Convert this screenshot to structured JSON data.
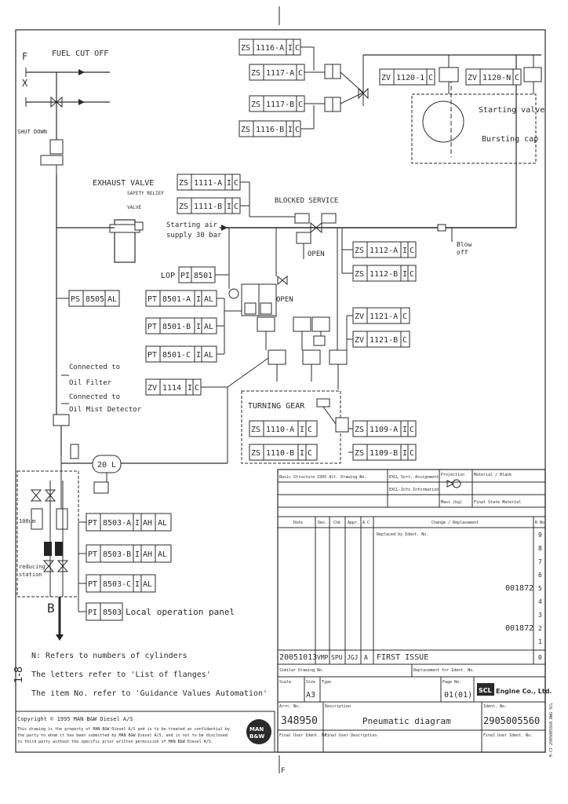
{
  "fuel_cut_off": "FUEL CUT OFF",
  "label_f": "F",
  "label_x": "X",
  "shut_down": "SHUT DOWN",
  "exhaust_valve": "EXHAUST VALVE",
  "safety_relief_valve": [
    "SAFETY RELIEF",
    "VALVE"
  ],
  "starting_air_supply": [
    "Starting air",
    "supply 30 bar"
  ],
  "blocked_service": "BLOCKED    SERVICE",
  "open_a": "OPEN",
  "open_b": "OPEN",
  "starting_valve": "Starting valve",
  "bursting_cap": "Bursting cap",
  "blow_off": [
    "Blow",
    "off"
  ],
  "connected_oil_filter": [
    "Connected to",
    "Oil Filter"
  ],
  "connected_oil_mist": [
    "Connected to",
    "Oil Mist Detector"
  ],
  "turning_gear": "TURNING GEAR",
  "tank_20l": "20 L",
  "reducing_station": [
    "reducing",
    "station"
  ],
  "filter_100um": "100um",
  "label_b": "B",
  "tags": {
    "zs1116a": [
      "ZS",
      "1116-A",
      "I",
      "C"
    ],
    "zs1117a": [
      "ZS",
      "1117-A",
      "C"
    ],
    "zs1117b": [
      "ZS",
      "1117-B",
      "C"
    ],
    "zs1116b": [
      "ZS",
      "1116-B",
      "I",
      "C"
    ],
    "zv1120_1": [
      "ZV",
      "1120-1",
      "C"
    ],
    "zv1120_n": [
      "ZV",
      "1120-N",
      "C"
    ],
    "zs1111a": [
      "ZS",
      "1111-A",
      "I",
      "C"
    ],
    "zs1111b": [
      "ZS",
      "1111-B",
      "I",
      "C"
    ],
    "zs1112a": [
      "ZS",
      "1112-A",
      "I",
      "C"
    ],
    "zs1112b": [
      "ZS",
      "1112-B",
      "I",
      "C"
    ],
    "lop": "LOP",
    "pi8501": [
      "PI",
      "8501"
    ],
    "pt8501a": [
      "PT",
      "8501-A",
      "I",
      "AL"
    ],
    "pt8501b": [
      "PT",
      "8501-B",
      "I",
      "AL"
    ],
    "pt8501c": [
      "PT",
      "8501-C",
      "I",
      "AL"
    ],
    "ps8505": [
      "PS",
      "8505",
      "AL"
    ],
    "zv1121a": [
      "ZV",
      "1121-A",
      "C"
    ],
    "zv1121b": [
      "ZV",
      "1121-B",
      "C"
    ],
    "zv1114": [
      "ZV",
      "1114",
      "I",
      "C"
    ],
    "zs1110a": [
      "ZS",
      "1110-A",
      "I",
      "C"
    ],
    "zs1110b": [
      "ZS",
      "1110-B",
      "I",
      "C"
    ],
    "zs1109a": [
      "ZS",
      "1109-A",
      "I",
      "C"
    ],
    "zs1109b": [
      "ZS",
      "1109-B",
      "I",
      "C"
    ],
    "pt8503a": [
      "PT",
      "8503-A",
      "I",
      "AH",
      "AL"
    ],
    "pt8503b": [
      "PT",
      "8503-B",
      "I",
      "AH",
      "AL"
    ],
    "pt8503c": [
      "PT",
      "8503-C",
      "I",
      "AL"
    ],
    "pi8503": [
      "PI",
      "8503"
    ],
    "local_panel": "Local operation panel"
  },
  "notes": [
    "N: Refers to numbers of cylinders",
    "The letters refer to 'List of flanges'",
    "The item No. refer to 'Guidance Values Automation'"
  ],
  "margin_mark": "1-8",
  "bottom_f": "F",
  "copyright": [
    "Copyright © 1995 MAN B&W Diesel A/S",
    "This drawing is the property of MAN B&W Diesel A/S and is to be treated as confidential by",
    "the party to whom it has been submitted by MAN B&W Diesel A/S, and is not to be disclosed",
    "to third party without the specific prior written permission of MAN B&W Diesel A/S"
  ],
  "man_logo": [
    "MAN",
    "B&W"
  ],
  "title_block": {
    "header_row": "Basic Structure  1995  Alt. Drawing No.",
    "excl": "EXCL Sort. Assignment",
    "excl_info": "EXCL-Info Information",
    "projection": "Projection",
    "material_row": "Material / Blank",
    "mass": "Mass (kg)",
    "final_state": "Final State Material",
    "rev_headers": [
      "Date",
      "Des.",
      "Chk",
      "Appr.",
      "A C",
      "Change / Replacement",
      "R No."
    ],
    "replaced_by": "Replaced by Ident. No.",
    "rev_numbers": [
      "9",
      "8",
      "7",
      "6",
      "5",
      "4",
      "3",
      "2",
      "1",
      "0"
    ],
    "rev_ref_1": "001872",
    "rev_ref_2": "001872",
    "first_issue_date": "20051013",
    "first_issue_des": "VMP",
    "first_issue_chk": "SPU",
    "first_issue_appr": "JGJ",
    "first_issue_ac": "A",
    "first_issue": "FIRST ISSUE",
    "similar_drawing": "Similar Drawing No.",
    "replacement_for": "Replacement for Ident. No.",
    "scale_label": "Scale",
    "size_label": "Size",
    "size_value": "A3",
    "type_label": "Type",
    "page_no_label": "Page No.",
    "page_no": "01(01)",
    "company": "Engine Co., Ltd.",
    "company_logo": "SCL",
    "arrn_label": "Arrn. No.",
    "arrn_no": "348950",
    "description_label": "Description",
    "description": "Pneumatic diagram",
    "ident_label": "Ident. No.",
    "ident_no": "2905005560",
    "final_user_ident": "Final User Ident. No.",
    "final_user_desc": "Final User Description",
    "final_user_ident2": "Final User Ident. No."
  },
  "vertical_side_text": "M-C7  2905005560  DWG  SCL"
}
